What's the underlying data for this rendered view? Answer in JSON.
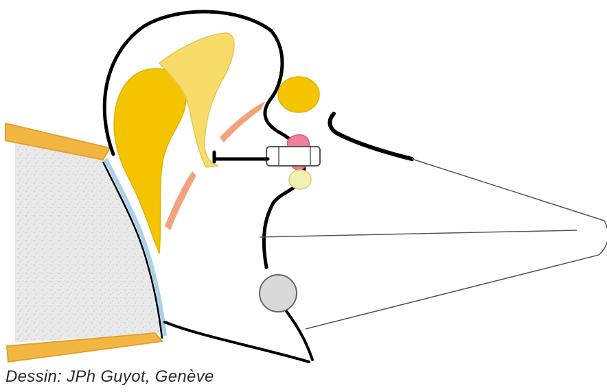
{
  "credit": "Dessin: JPh Guyot, Genève",
  "colors": {
    "outline": "#000000",
    "ossicle_yellow": "#f5c400",
    "ossicle_light": "#f8dc6a",
    "bone_texture": "#e6e6e6",
    "skull_band": "#f4b642",
    "membrane_blue": "#a9d2e8",
    "muscle_salmon": "#f3a27c",
    "nerve_pink": "#ee7f9a",
    "electrode_grey": "#d9d9d9",
    "wire": "#555555"
  },
  "icons": [
    "skull-bone-shape",
    "cochlea-spiral-shape",
    "ossicle-shape",
    "electrode-array-shape",
    "receiver-disc-shape"
  ]
}
